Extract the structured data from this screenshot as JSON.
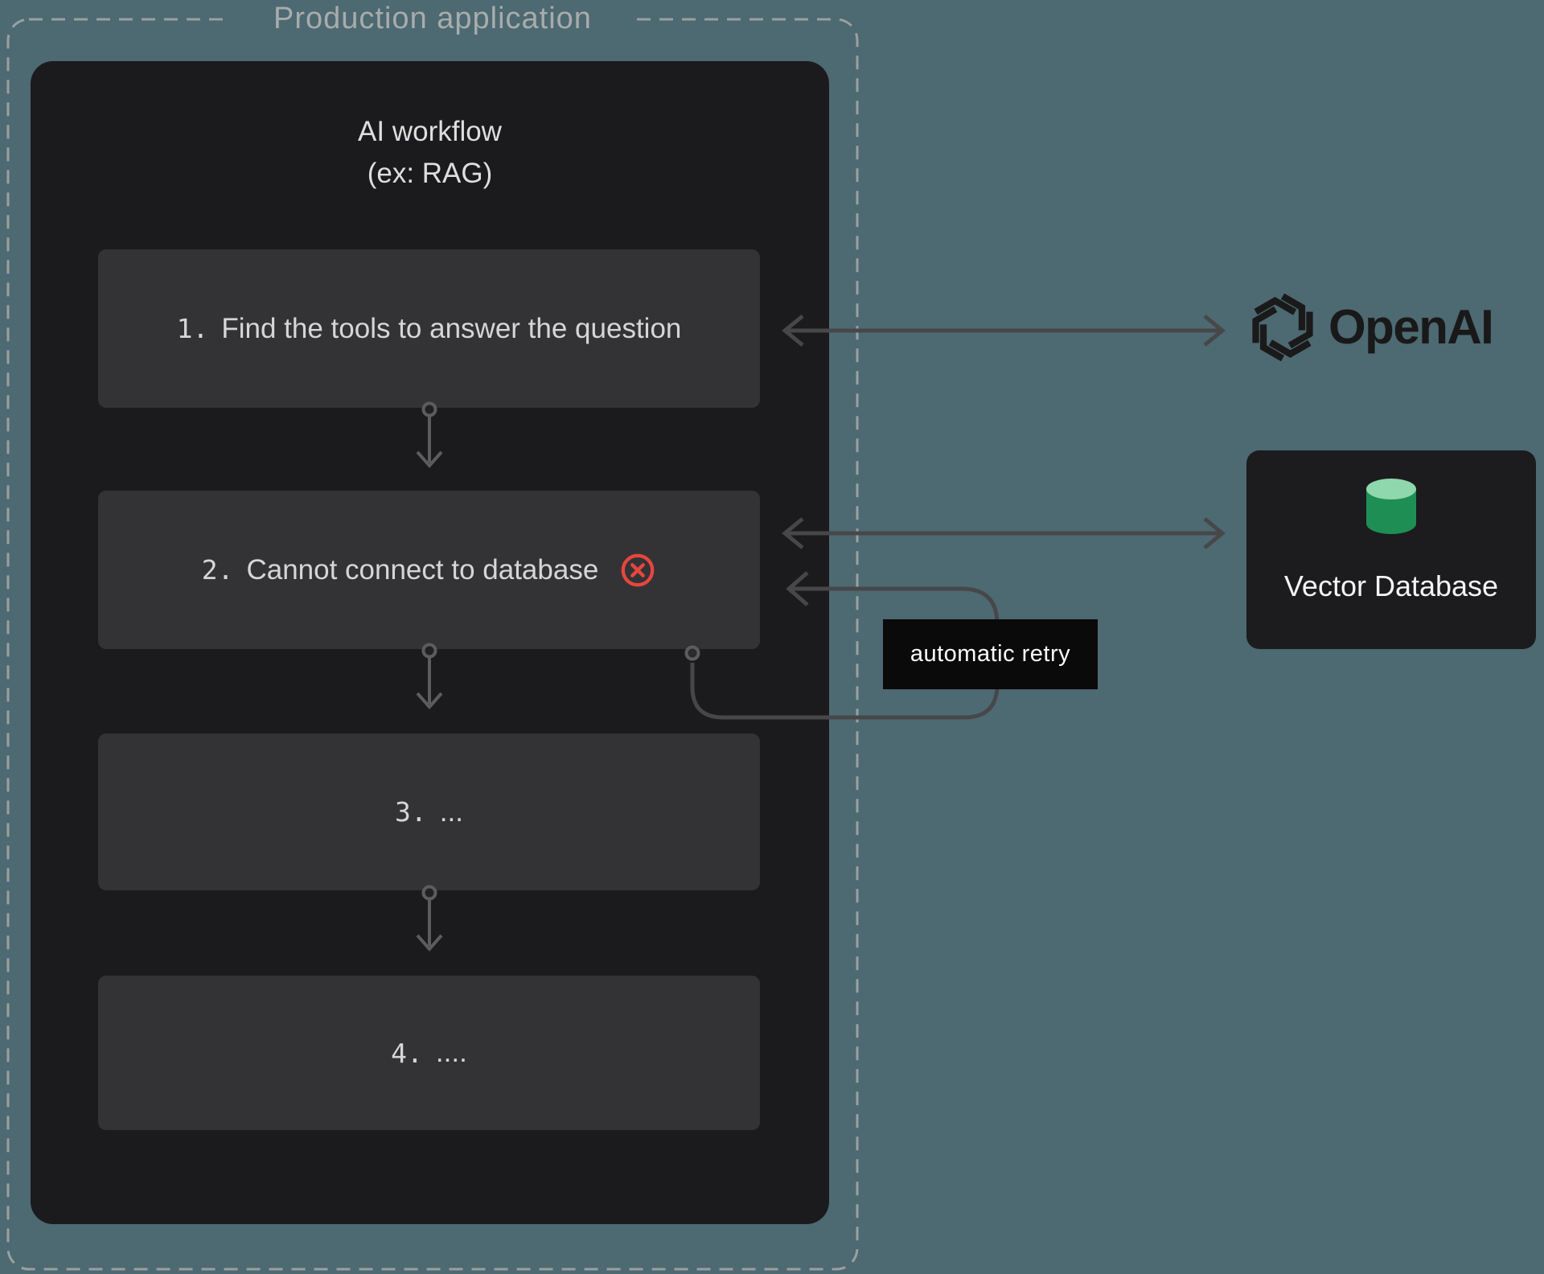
{
  "production_app": {
    "label": "Production application"
  },
  "workflow": {
    "title_line1": "AI workflow",
    "title_line2": "(ex: RAG)",
    "steps": [
      {
        "num": "1.",
        "label": "Find the tools to answer the question"
      },
      {
        "num": "2.",
        "label": "Cannot connect to database",
        "status": "error"
      },
      {
        "num": "3.",
        "label": "..."
      },
      {
        "num": "4.",
        "label": "...."
      }
    ]
  },
  "retry": {
    "label": "automatic retry"
  },
  "integrations": {
    "openai": {
      "name": "OpenAI"
    },
    "vector_database": {
      "label": "Vector Database"
    }
  },
  "icons": {
    "error": "circled-x-icon",
    "openai_logo": "openai-knot-icon",
    "database": "database-cylinder-icon"
  },
  "colors": {
    "background": "#4d6971",
    "panel": "#1b1b1d",
    "step_box": "#333336",
    "dashed_border": "#9aa0a0",
    "arrow": "#47474a",
    "arrow_light": "#5c5c5f",
    "error_red": "#e7463d",
    "retry_label_bg": "#0a0a0a",
    "database_green": "#1e8e55",
    "database_green_light": "#8fd7ac",
    "logo_ink": "#1a1a1a"
  }
}
